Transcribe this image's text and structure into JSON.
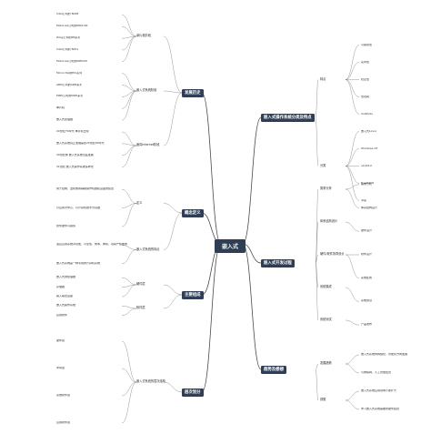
{
  "central": "嵌入式",
  "topics": {
    "history": "发展历史",
    "def": "概念定义",
    "struct": "主要组成",
    "classify": "层次划分",
    "os": "嵌入式操作系统分类及特点",
    "dev": "嵌入式开发过程",
    "trend": "趋势及感想"
  },
  "history_leaves": [
    "Intel公司的 8048",
    "Motorola公司的6801/02",
    "Zilog公司的Z8系列",
    "Intel公司的 8051",
    "Motorola公司的68HC05",
    "Microchip的PIC系列",
    "ARM公司的ARM系列",
    "MIPS公司的MIPS系列",
    "单片机",
    "嵌入式处理器",
    "20世纪70年代 单片机出现",
    "嵌入式系统真正发展是在20世纪90年代",
    "20世纪末 嵌入式系统迅猛发展",
    "21世纪 嵌入式操作系统多样化"
  ],
  "history_sub": [
    "单片机阶段",
    "嵌入式系统阶段",
    "面向Internet阶段"
  ],
  "def_leaves": [
    "用于控制、监视或者辅助操作机器和设备的装置",
    "以应用为中心，以计算机技术为基础",
    "软件硬件可裁剪",
    "适应应用系统对功能、可靠性、成本、体积、功耗严格要求的专用计算机系统",
    "嵌入式系统是一种专用的计算机系统"
  ],
  "def_sub": [
    "定义",
    "嵌入式系统的特点"
  ],
  "struct_leaves": [
    "嵌入式微处理器",
    "存储器",
    "输入输出设备",
    "嵌入式操作系统",
    "应用软件"
  ],
  "struct_sub": [
    "硬件层",
    "软件层"
  ],
  "classify_leaves": [
    "硬件层",
    "中间层",
    "系统软件层",
    "应用软件层"
  ],
  "classify_sub": [
    "嵌入式系统的层次结构"
  ],
  "os_leaves": [
    "可裁剪性",
    "实时性",
    "稳定性",
    "低功耗",
    "VxWorks",
    "嵌入式Linux",
    "Windows CE",
    "uC/OS-II",
    "FreeRTOS",
    "鸿蒙"
  ],
  "os_sub": [
    "特点",
    "分类"
  ],
  "dev_leaves": [
    "需求分析",
    "体系结构设计",
    "硬件设计",
    "软件设计",
    "系统集成",
    "系统测试",
    "产品发布"
  ],
  "dev_sub": [
    "需求分析",
    "体系结构设计",
    "硬件/软件协同设计",
    "系统集成",
    "系统测试"
  ],
  "trend_leaves": [
    "嵌入式系统向网络化、智能化方向发展",
    "与物联网、人工智能结合",
    "嵌入式系统应用领域不断扩大",
    "学习嵌入式系统需要软硬件结合"
  ],
  "trend_sub": [
    "发展趋势",
    "感想"
  ]
}
